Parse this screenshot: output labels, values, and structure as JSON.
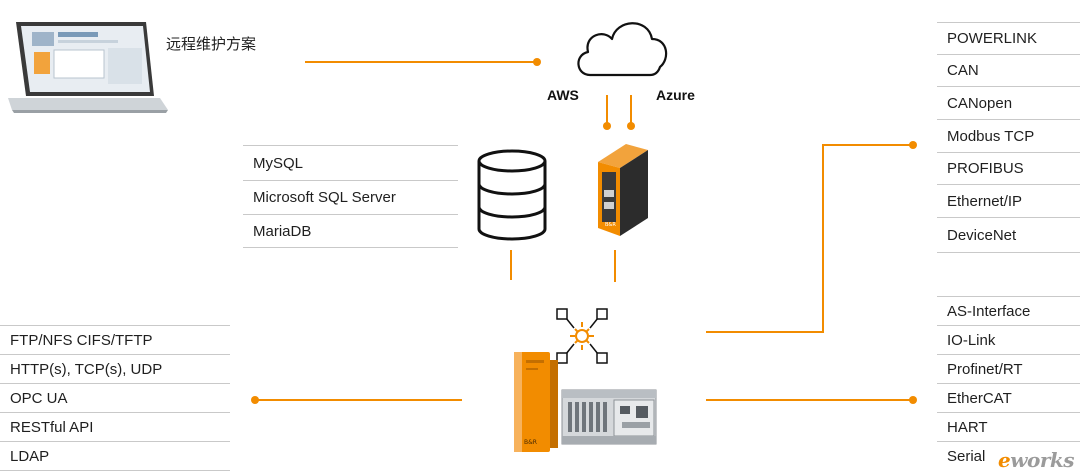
{
  "remote_label": "远程维护方案",
  "cloud": {
    "aws": "AWS",
    "azure": "Azure"
  },
  "databases": [
    "MySQL",
    "Microsoft SQL Server",
    "MariaDB"
  ],
  "protocols_left": [
    "FTP/NFS CIFS/TFTP",
    "HTTP(s), TCP(s), UDP",
    "OPC UA",
    "RESTful API",
    "LDAP"
  ],
  "fieldbus_top": [
    "POWERLINK",
    "CAN",
    "CANopen",
    "Modbus TCP",
    "PROFIBUS",
    "Ethernet/IP",
    "DeviceNet"
  ],
  "fieldbus_bottom": [
    "AS-Interface",
    "IO-Link",
    "Profinet/RT",
    "EtherCAT",
    "HART",
    "Serial"
  ],
  "accent_color": "#f28c00",
  "icons": [
    "laptop-icon",
    "cloud-icon",
    "database-icon",
    "edge-gateway-icon",
    "network-hub-icon",
    "plc-controller-icon",
    "io-module-icon"
  ],
  "watermark": {
    "prefix": "e",
    "suffix": "works"
  }
}
